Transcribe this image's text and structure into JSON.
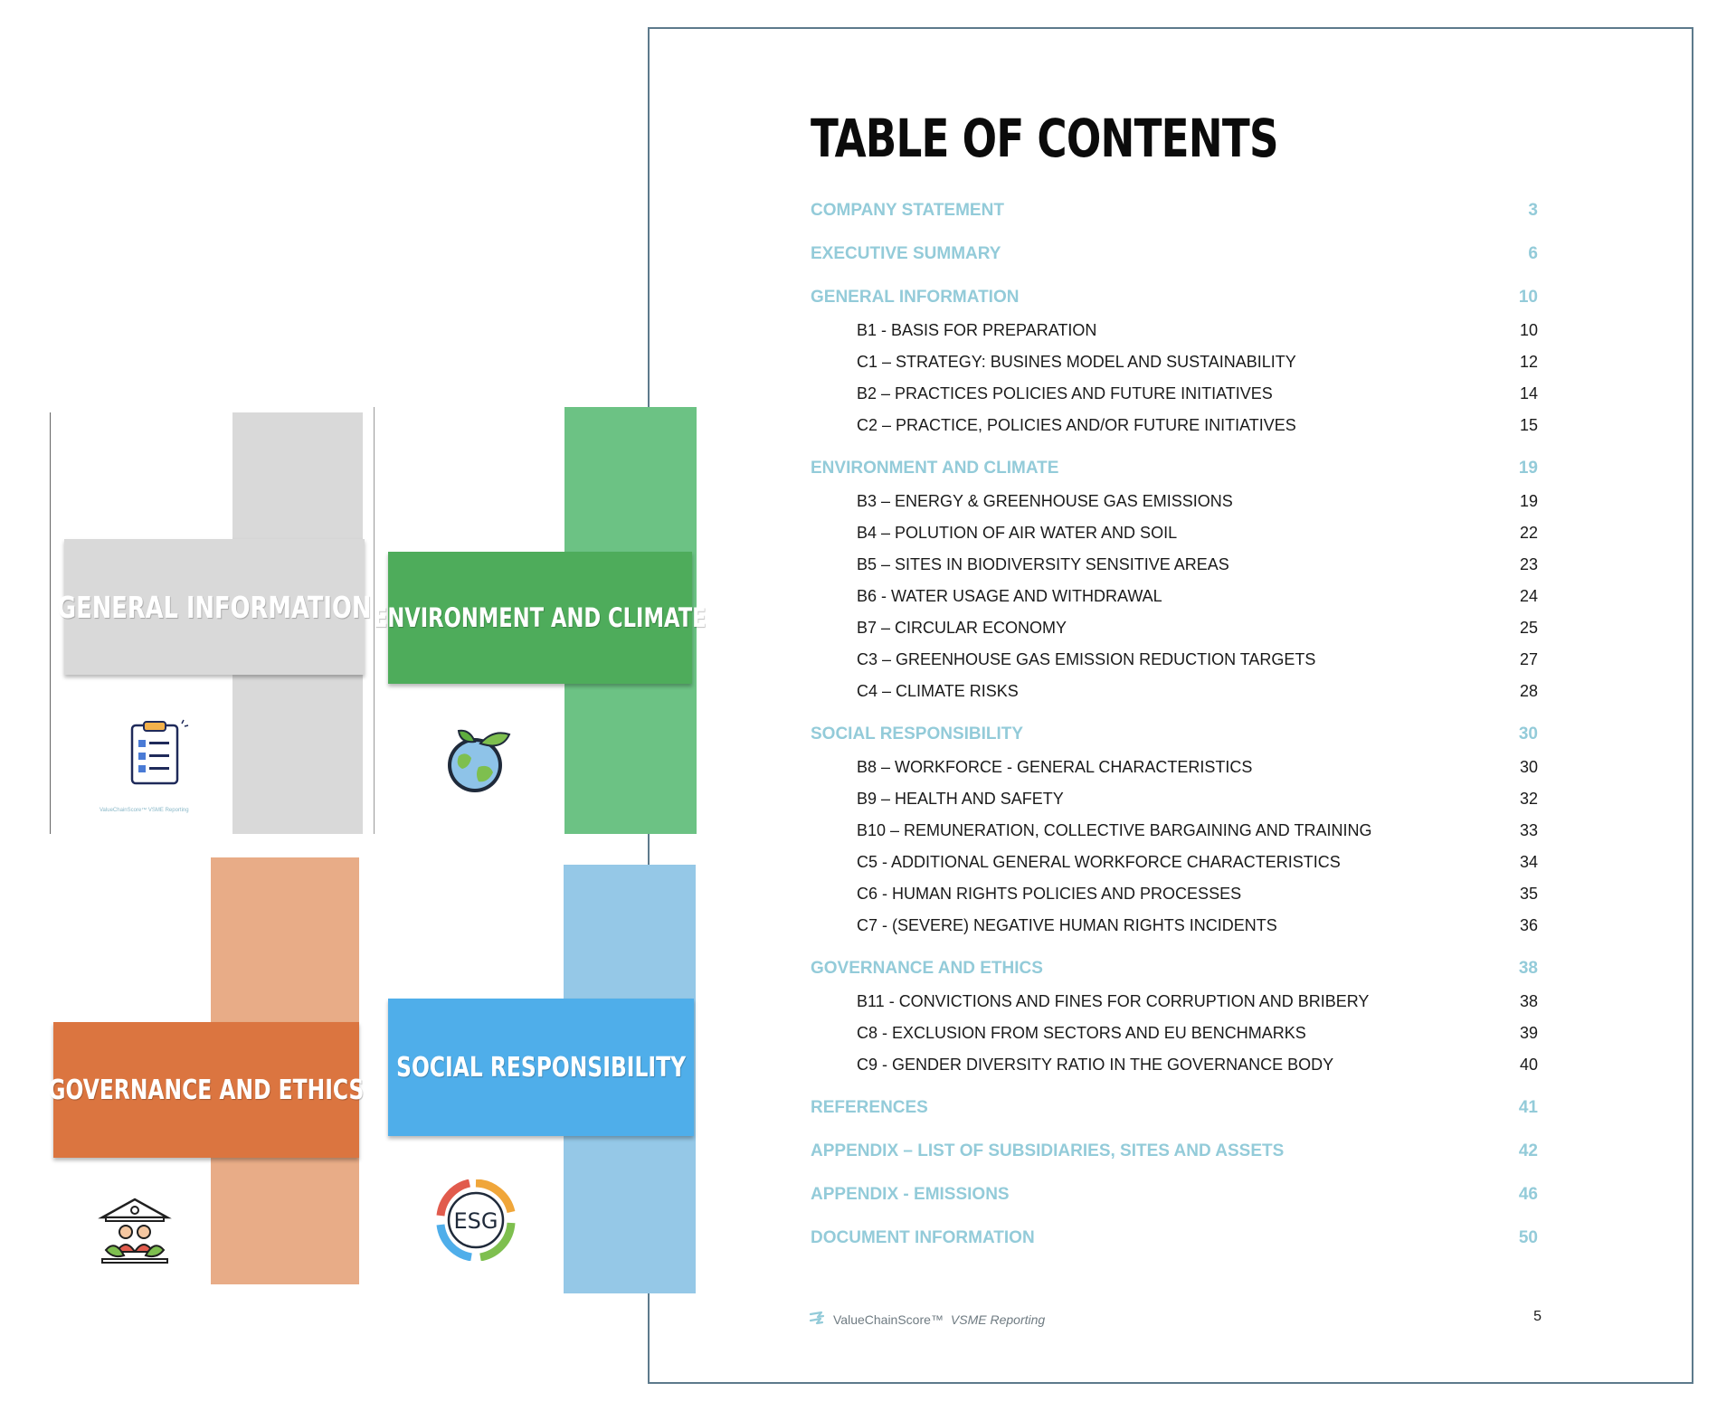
{
  "toc": {
    "title": "TABLE OF CONTENTS",
    "entries": [
      {
        "label": "COMPANY STATEMENT",
        "page": "3",
        "level": 1
      },
      {
        "label": "EXECUTIVE SUMMARY",
        "page": "6",
        "level": 1
      },
      {
        "label": "GENERAL INFORMATION",
        "page": "10",
        "level": 1
      },
      {
        "label": "B1 - BASIS FOR PREPARATION",
        "page": "10",
        "level": 2
      },
      {
        "label": "C1 – STRATEGY: BUSINES MODEL AND SUSTAINABILITY",
        "page": "12",
        "level": 2
      },
      {
        "label": "B2 – PRACTICES POLICIES AND FUTURE INITIATIVES",
        "page": "14",
        "level": 2
      },
      {
        "label": "C2 – PRACTICE, POLICIES AND/OR FUTURE INITIATIVES",
        "page": "15",
        "level": 2
      },
      {
        "label": "ENVIRONMENT AND CLIMATE",
        "page": "19",
        "level": 1
      },
      {
        "label": "B3 – ENERGY & GREENHOUSE GAS EMISSIONS",
        "page": "19",
        "level": 2
      },
      {
        "label": "B4 – POLUTION OF AIR WATER AND SOIL",
        "page": "22",
        "level": 2
      },
      {
        "label": "B5 – SITES IN BIODIVERSITY SENSITIVE AREAS",
        "page": "23",
        "level": 2
      },
      {
        "label": "B6 - WATER USAGE AND WITHDRAWAL",
        "page": "24",
        "level": 2
      },
      {
        "label": "B7 – CIRCULAR ECONOMY",
        "page": "25",
        "level": 2
      },
      {
        "label": "C3 – GREENHOUSE GAS EMISSION REDUCTION TARGETS",
        "page": "27",
        "level": 2
      },
      {
        "label": "C4 – CLIMATE RISKS",
        "page": "28",
        "level": 2
      },
      {
        "label": "SOCIAL RESPONSIBILITY",
        "page": "30",
        "level": 1
      },
      {
        "label": "B8 – WORKFORCE - GENERAL CHARACTERISTICS",
        "page": "30",
        "level": 2
      },
      {
        "label": "B9 – HEALTH AND SAFETY",
        "page": "32",
        "level": 2
      },
      {
        "label": "B10 – REMUNERATION, COLLECTIVE BARGAINING AND TRAINING",
        "page": "33",
        "level": 2
      },
      {
        "label": "C5 - ADDITIONAL GENERAL WORKFORCE CHARACTERISTICS",
        "page": "34",
        "level": 2
      },
      {
        "label": "C6 - HUMAN RIGHTS POLICIES AND PROCESSES",
        "page": "35",
        "level": 2
      },
      {
        "label": "C7 - (SEVERE) NEGATIVE HUMAN RIGHTS INCIDENTS",
        "page": "36",
        "level": 2
      },
      {
        "label": "GOVERNANCE AND ETHICS",
        "page": "38",
        "level": 1
      },
      {
        "label": "B11 - CONVICTIONS AND FINES FOR CORRUPTION AND BRIBERY",
        "page": "38",
        "level": 2
      },
      {
        "label": "C8 - EXCLUSION FROM SECTORS AND EU BENCHMARKS",
        "page": "39",
        "level": 2
      },
      {
        "label": "C9 - GENDER DIVERSITY RATIO IN THE GOVERNANCE BODY",
        "page": "40",
        "level": 2
      },
      {
        "label": "REFERENCES",
        "page": "41",
        "level": 1
      },
      {
        "label": "APPENDIX – LIST OF SUBSIDIARIES, SITES AND ASSETS",
        "page": "42",
        "level": 1
      },
      {
        "label": "APPENDIX - EMISSIONS",
        "page": "46",
        "level": 1
      },
      {
        "label": "DOCUMENT INFORMATION",
        "page": "50",
        "level": 1
      }
    ]
  },
  "footer": {
    "brand": "ValueChainScore™",
    "subtitle": "VSME Reporting",
    "page_number": "5"
  },
  "tiles": [
    {
      "id": "general",
      "title": "GENERAL INFORMATION",
      "icon": "checklist-icon",
      "color": "#d9d9d9",
      "bar_color": "#d9d9d9",
      "footer_text": "ValueChainScore™ VSME Reporting"
    },
    {
      "id": "environment",
      "title": "ENVIRONMENT AND CLIMATE",
      "icon": "globe-plant-icon",
      "color": "#4eac5b",
      "bar_color": "#6cc284"
    },
    {
      "id": "governance",
      "title": "GOVERNANCE AND ETHICS",
      "icon": "institution-people-icon",
      "color": "#db7540",
      "bar_color": "#e8ac87"
    },
    {
      "id": "social",
      "title": "SOCIAL RESPONSIBILITY",
      "icon": "esg-cycle-icon",
      "color": "#4faeea",
      "bar_color": "#95c8e7"
    }
  ],
  "colors": {
    "toc_heading": "#93cbd9",
    "toc_sub": "#1a1a1a",
    "page_border": "#5d7a8c"
  }
}
